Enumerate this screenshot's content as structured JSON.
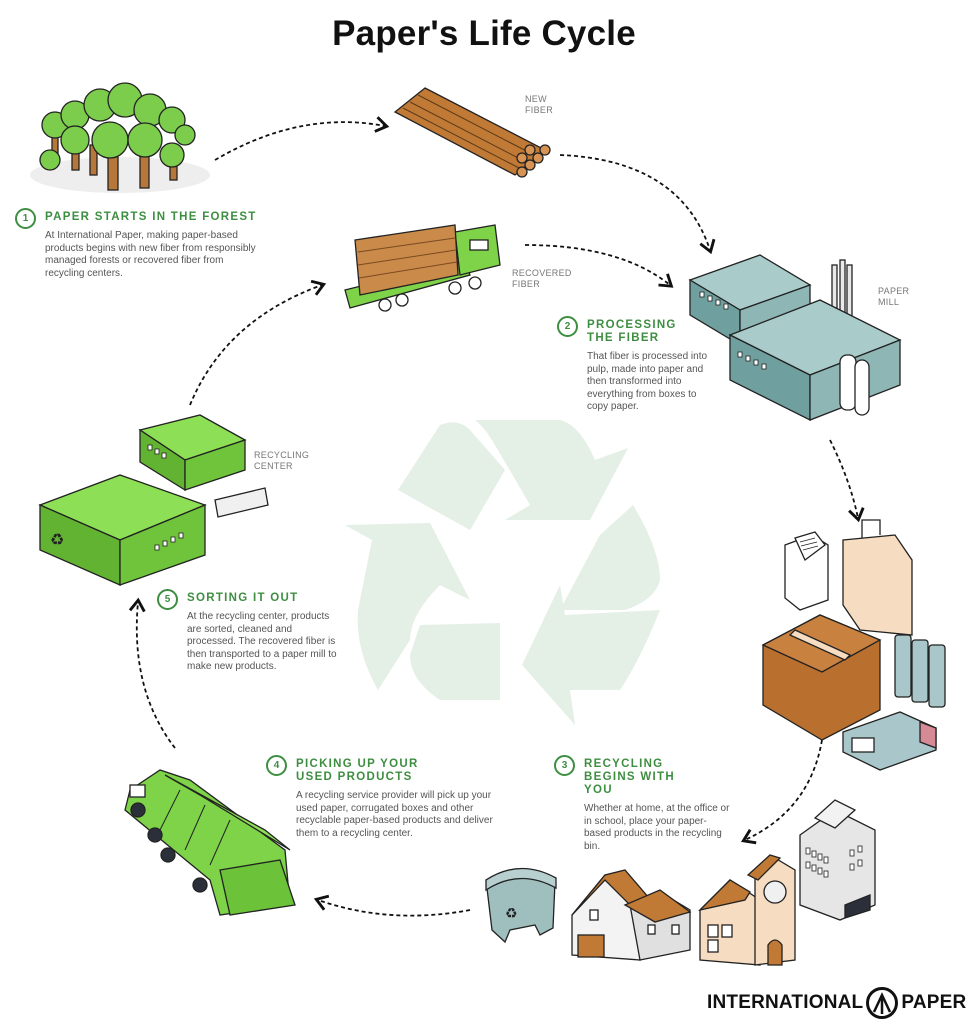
{
  "title": "Paper's Life Cycle",
  "steps": [
    {
      "number": "1",
      "heading": "PAPER STARTS IN THE FOREST",
      "body": "At International Paper, making paper-based products begins with new fiber from responsibly managed forests or recovered fiber from recycling centers."
    },
    {
      "number": "2",
      "heading": "PROCESSING THE FIBER",
      "body": "That fiber is processed into pulp, made into paper and then transformed into everything from boxes to copy paper."
    },
    {
      "number": "3",
      "heading": "RECYCLING BEGINS WITH YOU",
      "body": "Whether at home, at the office or in school, place your paper-based products in the recycling bin."
    },
    {
      "number": "4",
      "heading": "PICKING UP YOUR USED PRODUCTS",
      "body": "A recycling service provider will pick up your used paper, corrugated boxes and other recyclable paper-based products and deliver them to a recycling center."
    },
    {
      "number": "5",
      "heading": "SORTING IT OUT",
      "body": "At the recycling center, products are sorted, cleaned and processed. The recovered fiber is then transported to a paper mill to make new products."
    }
  ],
  "labels": {
    "new_fiber": "NEW FIBER",
    "recovered_fiber": "RECOVERED FIBER",
    "paper_mill": "PAPER MILL",
    "recycling_center": "RECYCLING CENTER"
  },
  "brand": {
    "left": "INTERNATIONAL",
    "right": "PAPER"
  },
  "colors": {
    "accent_green": "#3e8e41",
    "illustration_green": "#7ed348",
    "recycle_symbol": "#e4efe6",
    "wood_brown": "#c07a35",
    "mill_teal": "#9cc0bf"
  }
}
